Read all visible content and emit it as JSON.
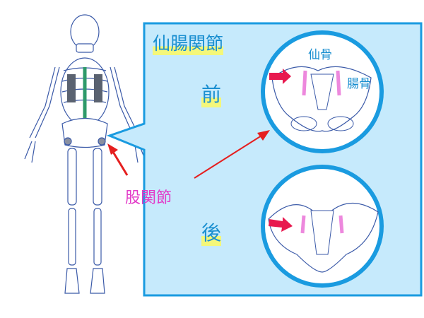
{
  "title": "仙腸関節",
  "front_label": "前",
  "back_label": "後",
  "sacrum_label": "仙骨",
  "ilium_label": "腸骨",
  "hip_joint_label": "股関節",
  "colors": {
    "panel_bg": "#c6eafc",
    "panel_border": "#1a9be0",
    "arrow": "#e8194f",
    "highlight": "#e23ac8"
  }
}
